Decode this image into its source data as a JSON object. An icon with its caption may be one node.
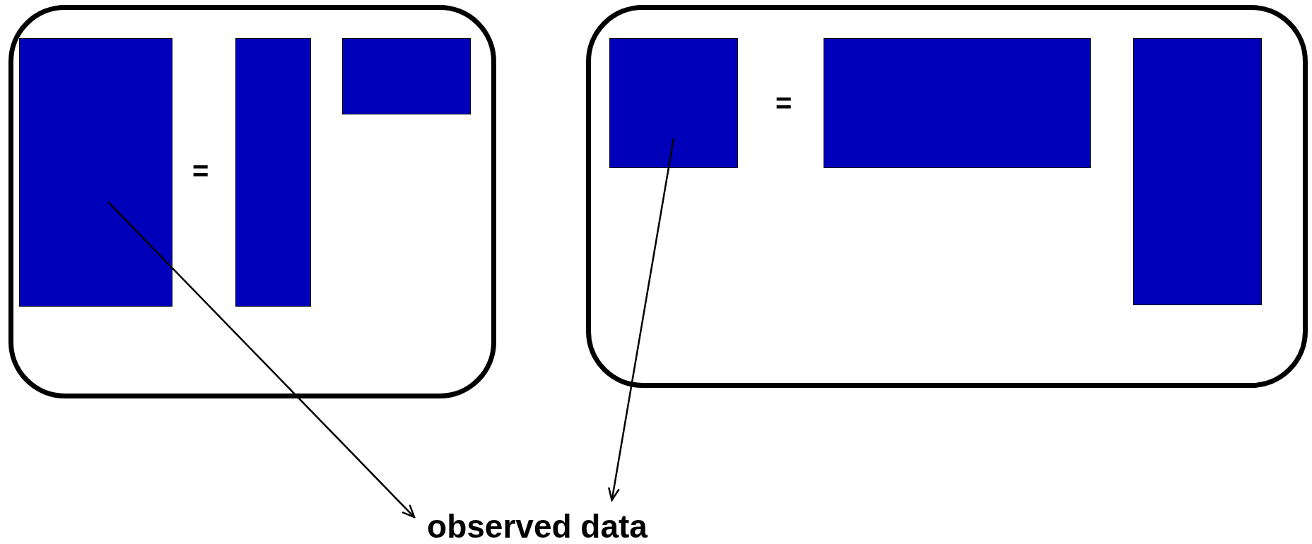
{
  "diagram": {
    "nodes": [
      {
        "text": [],
        "shape": "box"
      },
      {
        "text": [],
        "shape": "box",
        "in": 0
      },
      {
        "text": [],
        "shape": "box",
        "in": 0
      },
      {
        "text": [],
        "shape": "box",
        "in": 0
      },
      {
        "text": [],
        "shape": "box"
      },
      {
        "text": [],
        "shape": "box",
        "in": 4
      },
      {
        "text": [],
        "shape": "box",
        "in": 4
      },
      {
        "text": [],
        "shape": "box",
        "in": 4
      },
      {
        "text": [
          "observed data"
        ]
      }
    ],
    "edges": [
      {
        "from": 1,
        "to": 8,
        "arrow": "to"
      },
      {
        "from": 5,
        "to": 8,
        "arrow": "to"
      }
    ],
    "labels": [
      "=",
      "="
    ]
  }
}
